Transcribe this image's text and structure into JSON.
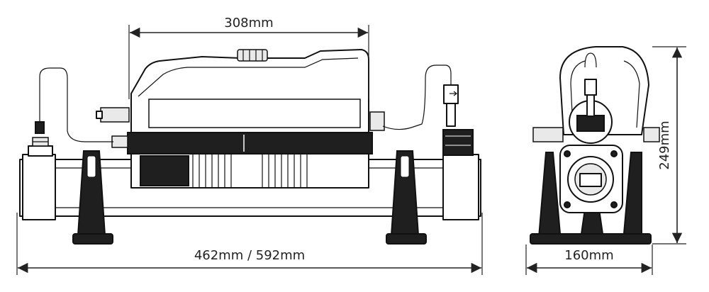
{
  "dimensions": {
    "top_width": "308mm",
    "bottom_length": "462mm / 592mm",
    "side_width": "160mm",
    "side_height": "249mm"
  }
}
